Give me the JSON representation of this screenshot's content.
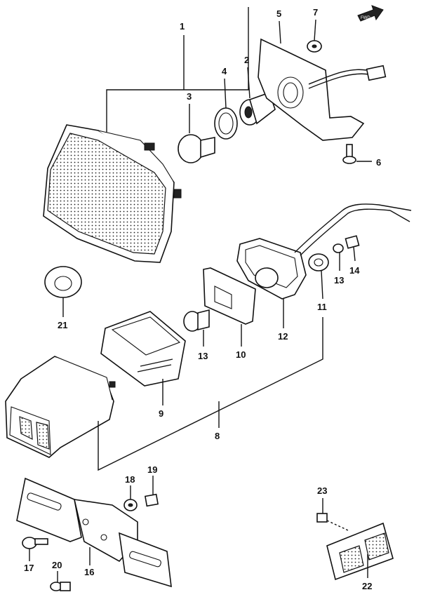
{
  "labels": {
    "p1": "1",
    "p2": "2",
    "p3": "3",
    "p4": "4",
    "p5": "5",
    "p6": "6",
    "p7": "7",
    "p8": "8",
    "p9": "9",
    "p10": "10",
    "p11": "11",
    "p12": "12",
    "p13a": "13",
    "p13b": "13",
    "p14": "14",
    "p16": "16",
    "p17": "17",
    "p18": "18",
    "p19": "19",
    "p20": "20",
    "p21": "21",
    "p22": "22",
    "p23": "23"
  },
  "icons": {
    "front_arrow": "front-direction-arrow-icon"
  }
}
